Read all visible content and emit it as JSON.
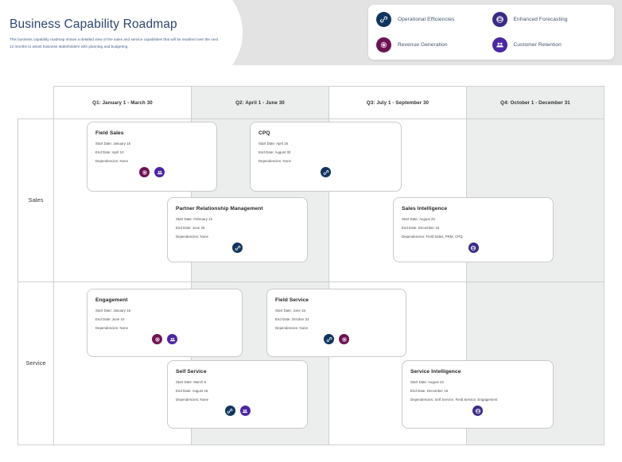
{
  "header": {
    "title": "Business Capability Roadmap",
    "subtitle": "This business capability roadmap shows a detailed view of the sales and service capabilities that will be enabled over the next 12 months to assist business stakeholders with planning and budgeting."
  },
  "legend": {
    "items": [
      {
        "label": "Operational Efficiencies",
        "icon": "chain-link-icon",
        "color": "#10355e"
      },
      {
        "label": "Enhanced Forecasting",
        "icon": "cloud-forecast-icon",
        "color": "#3b2a84"
      },
      {
        "label": "Revenue Generation",
        "icon": "flower-revenue-icon",
        "color": "#6b1452"
      },
      {
        "label": "Customer Retention",
        "icon": "people-retention-icon",
        "color": "#4b27a3"
      }
    ]
  },
  "roadmap": {
    "quarters": [
      {
        "label": "Q1: January 1  - March 30",
        "shaded": false
      },
      {
        "label": "Q2: April 1 - June 30",
        "shaded": true
      },
      {
        "label": "Q3: July 1 - September 30",
        "shaded": false
      },
      {
        "label": "Q4: October 1 - December 31",
        "shaded": true
      }
    ],
    "rows": [
      {
        "label": "Sales"
      },
      {
        "label": "Service"
      }
    ],
    "field_labels": {
      "start": "Start Date:",
      "end": "End Date:",
      "dependencies": "Dependencies:"
    },
    "cards": [
      {
        "name": "Field Sales",
        "row": "Sales",
        "start": "Start Date: January 15",
        "end": "End Date:  April 10",
        "dependencies": "Dependencies: None",
        "icons": [
          "flower-revenue-icon",
          "people-retention-icon"
        ]
      },
      {
        "name": "CPQ",
        "row": "Sales",
        "start": "Start Date: April 15",
        "end": "End Date: August 30",
        "dependencies": "Dependencies:  None",
        "icons": [
          "chain-link-icon"
        ]
      },
      {
        "name": "Partner Relationship Management",
        "row": "Sales",
        "start": "Start Date: February 10",
        "end": "End Date: June 20",
        "dependencies": "Dependencies: None",
        "icons": [
          "chain-link-icon"
        ]
      },
      {
        "name": "Sales Intelligence",
        "row": "Sales",
        "start": "Start Date: August 22",
        "end": "End Date: December 15",
        "dependencies": "Dependencies: Field Sales, PRM, CPQ",
        "icons": [
          "cloud-forecast-icon"
        ]
      },
      {
        "name": "Engagement",
        "row": "Service",
        "start": "Start Date: January 15",
        "end": "End Date: June 10",
        "dependencies": "Dependencies:  None",
        "icons": [
          "flower-revenue-icon",
          "people-retention-icon"
        ]
      },
      {
        "name": "Field Service",
        "row": "Service",
        "start": "Start Date: June 15",
        "end": "End Date: October 22",
        "dependencies": "Dependencies: None",
        "icons": [
          "chain-link-icon",
          "flower-revenue-icon"
        ]
      },
      {
        "name": "Self Service",
        "row": "Service",
        "start": "Start Date: March 6",
        "end": "End Date:  August 15",
        "dependencies": "Dependencies: None",
        "icons": [
          "chain-link-icon",
          "people-retention-icon"
        ]
      },
      {
        "name": "Service Intelligence",
        "row": "Service",
        "start": "Start Date: August 22",
        "end": "End Date: December 15",
        "dependencies": "Dependencies: Self Service, Field Service, Engagement",
        "icons": [
          "cloud-forecast-icon"
        ]
      }
    ]
  }
}
